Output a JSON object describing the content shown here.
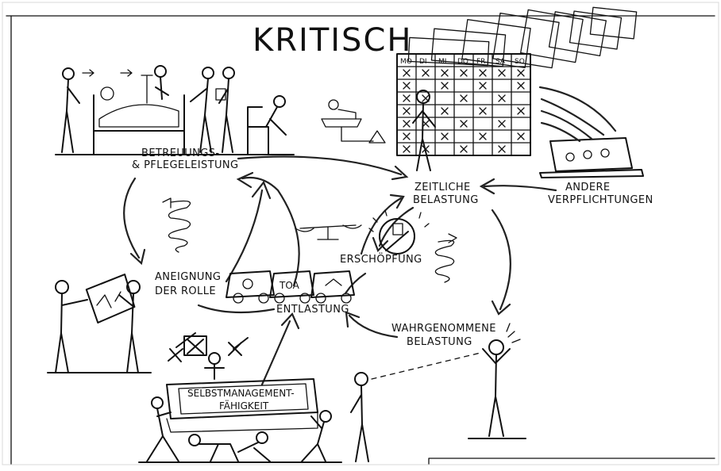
{
  "diagram": {
    "title": "KRITISCH",
    "nodes": {
      "betreuung_line1": "BETREUUNGS-",
      "betreuung_line2": "& PFLEGELEISTUNG",
      "zeitliche_line1": "ZEITLICHE",
      "zeitliche_line2": "BELASTUNG",
      "andere_line1": "ANDERE",
      "andere_line2": "VERPFLICHTUNGEN",
      "aneignung_line1": "ANEIGNUNG",
      "aneignung_line2": "DER ROLLE",
      "erschoepfung": "ERSCHÖPFUNG",
      "entlastung": "ENTLASTUNG",
      "wahrgenommene_line1": "WAHRGENOMMENE",
      "wahrgenommene_line2": "BELASTUNG",
      "selbstmanagement_line1": "SELBSTMANAGEMENT-",
      "selbstmanagement_line2": "FÄHIGKEIT"
    },
    "calendar": {
      "days": [
        "MO",
        "DI",
        "MI",
        "DO",
        "FR",
        "SA",
        "SO"
      ]
    },
    "ambulance_text": "TOA"
  }
}
